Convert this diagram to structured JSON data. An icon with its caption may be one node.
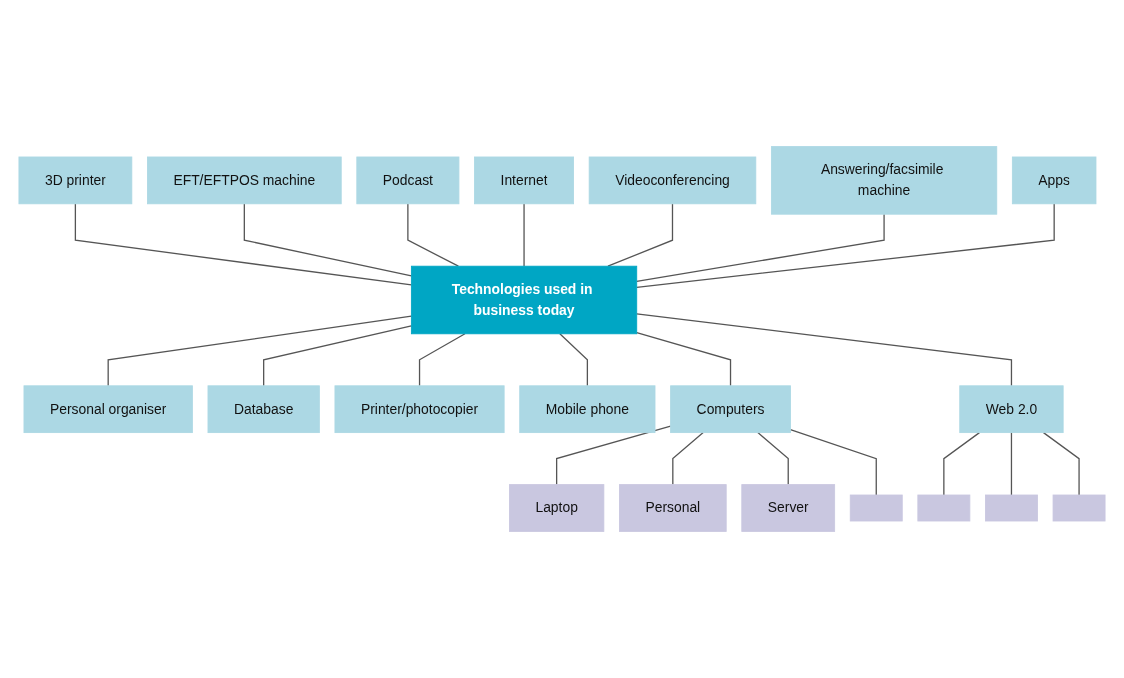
{
  "diagram": {
    "nodes": [
      {
        "text": [
          "Technologies used in business today"
        ]
      },
      {
        "text": [
          "3D printer"
        ]
      },
      {
        "text": [
          "EFT/EFTPOS machine"
        ]
      },
      {
        "text": [
          "Podcast"
        ]
      },
      {
        "text": [
          "Internet"
        ]
      },
      {
        "text": [
          "Videoconferencing"
        ]
      },
      {
        "text": [
          "Answering/facsimile machine"
        ]
      },
      {
        "text": [
          "Apps"
        ]
      },
      {
        "text": [
          "Personal organiser"
        ]
      },
      {
        "text": [
          "Database"
        ]
      },
      {
        "text": [
          "Printer/photocopier"
        ]
      },
      {
        "text": [
          "Mobile phone"
        ]
      },
      {
        "text": [
          "Computers"
        ]
      },
      {
        "text": [
          "Web 2.0"
        ]
      },
      {
        "text": [
          "Laptop"
        ]
      },
      {
        "text": [
          "Personal"
        ]
      },
      {
        "text": [
          "Server"
        ]
      },
      {
        "text": [],
        "shape": "box"
      },
      {
        "text": [],
        "shape": "box"
      },
      {
        "text": [],
        "shape": "box"
      },
      {
        "text": [],
        "shape": "box"
      }
    ],
    "edges": [
      {
        "from": 0,
        "to": 1,
        "arrow": "none"
      },
      {
        "from": 0,
        "to": 2,
        "arrow": "none"
      },
      {
        "from": 0,
        "to": 3,
        "arrow": "none"
      },
      {
        "from": 0,
        "to": 4,
        "arrow": "none"
      },
      {
        "from": 0,
        "to": 5,
        "arrow": "none"
      },
      {
        "from": 0,
        "to": 6,
        "arrow": "none"
      },
      {
        "from": 0,
        "to": 7,
        "arrow": "none"
      },
      {
        "from": 0,
        "to": 8,
        "arrow": "none"
      },
      {
        "from": 0,
        "to": 9,
        "arrow": "none"
      },
      {
        "from": 0,
        "to": 10,
        "arrow": "none"
      },
      {
        "from": 0,
        "to": 11,
        "arrow": "none"
      },
      {
        "from": 0,
        "to": 12,
        "arrow": "none"
      },
      {
        "from": 0,
        "to": 13,
        "arrow": "none"
      },
      {
        "from": 12,
        "to": 14,
        "arrow": "none"
      },
      {
        "from": 12,
        "to": 15,
        "arrow": "none"
      },
      {
        "from": 12,
        "to": 16,
        "arrow": "none"
      },
      {
        "from": 12,
        "to": 17,
        "arrow": "none"
      },
      {
        "from": 13,
        "to": 18,
        "arrow": "none"
      },
      {
        "from": 13,
        "to": 19,
        "arrow": "none"
      },
      {
        "from": 13,
        "to": 20,
        "arrow": "none"
      }
    ]
  }
}
